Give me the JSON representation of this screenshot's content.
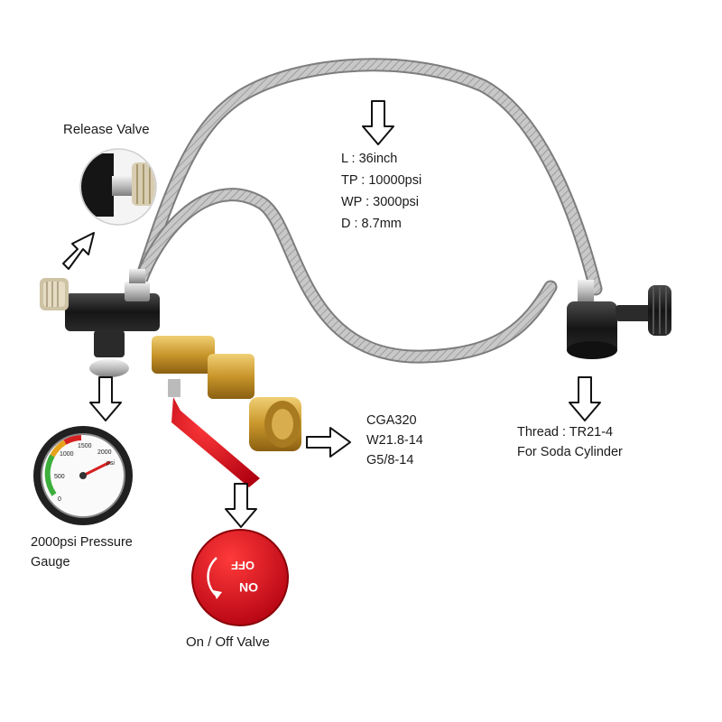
{
  "labels": {
    "release_valve": "Release Valve",
    "hose_specs": [
      "L : 36inch",
      "TP : 10000psi",
      "WP : 3000psi",
      "D : 8.7mm"
    ],
    "cga": [
      "CGA320",
      "W21.8-14",
      "G5/8-14"
    ],
    "thread": [
      "Thread : TR21-4",
      "For Soda Cylinder"
    ],
    "gauge": [
      "2000psi Pressure",
      "Gauge"
    ],
    "on_off_valve": "On / Off Valve"
  },
  "valve_badge": {
    "off_text": "OFF",
    "on_text": "ON"
  },
  "gauge_dial": {
    "ticks": [
      "0",
      "500",
      "1000",
      "1500",
      "2000"
    ],
    "unit": "psi"
  },
  "colors": {
    "hose": "#bdbdbd",
    "brass": "#c9962b",
    "handle_red": "#d0121b",
    "body_black": "#1b1b1b"
  }
}
